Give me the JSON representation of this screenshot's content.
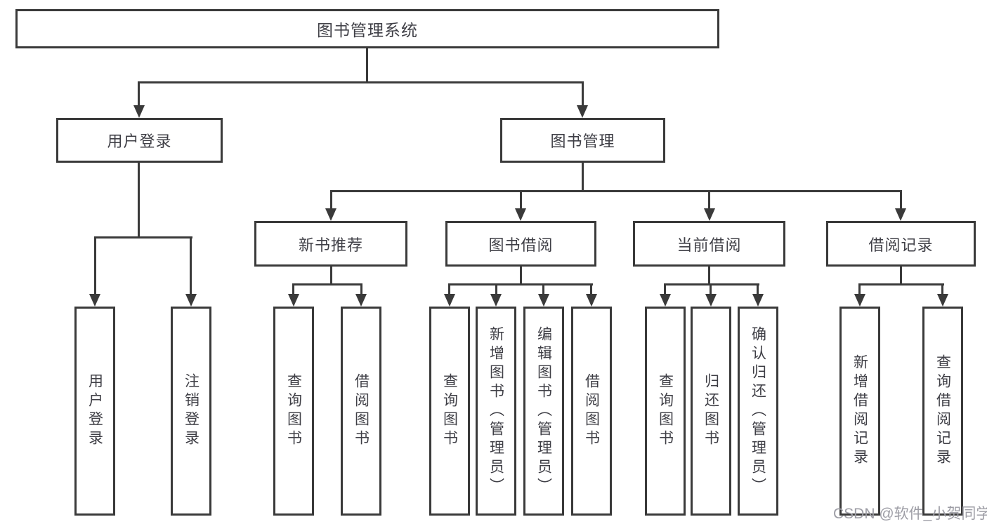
{
  "title": "图书管理系统",
  "watermark": "CSDN @软件_小贺同学",
  "colors": {
    "background": "#ffffff",
    "line": "#3a3a3a",
    "text": "#3f3f46",
    "watermark": "#9d9da5"
  },
  "nodes": {
    "root": "图书管理系统",
    "level2": [
      "用户登录",
      "图书管理"
    ],
    "level3": [
      "新书推荐",
      "图书借阅",
      "当前借阅",
      "借阅记录"
    ],
    "leaves_group1": [
      "用户登录",
      "注销登录"
    ],
    "leaves_group2": [
      "查询图书",
      "借阅图书"
    ],
    "leaves_group3": [
      "查询图书",
      "新增图书（管理员）",
      "编辑图书（管理员）",
      "借阅图书"
    ],
    "leaves_group4": [
      "查询图书",
      "归还图书",
      "确认归还（管理员）"
    ],
    "leaves_group5": [
      "新增借阅记录",
      "查询借阅记录"
    ]
  }
}
